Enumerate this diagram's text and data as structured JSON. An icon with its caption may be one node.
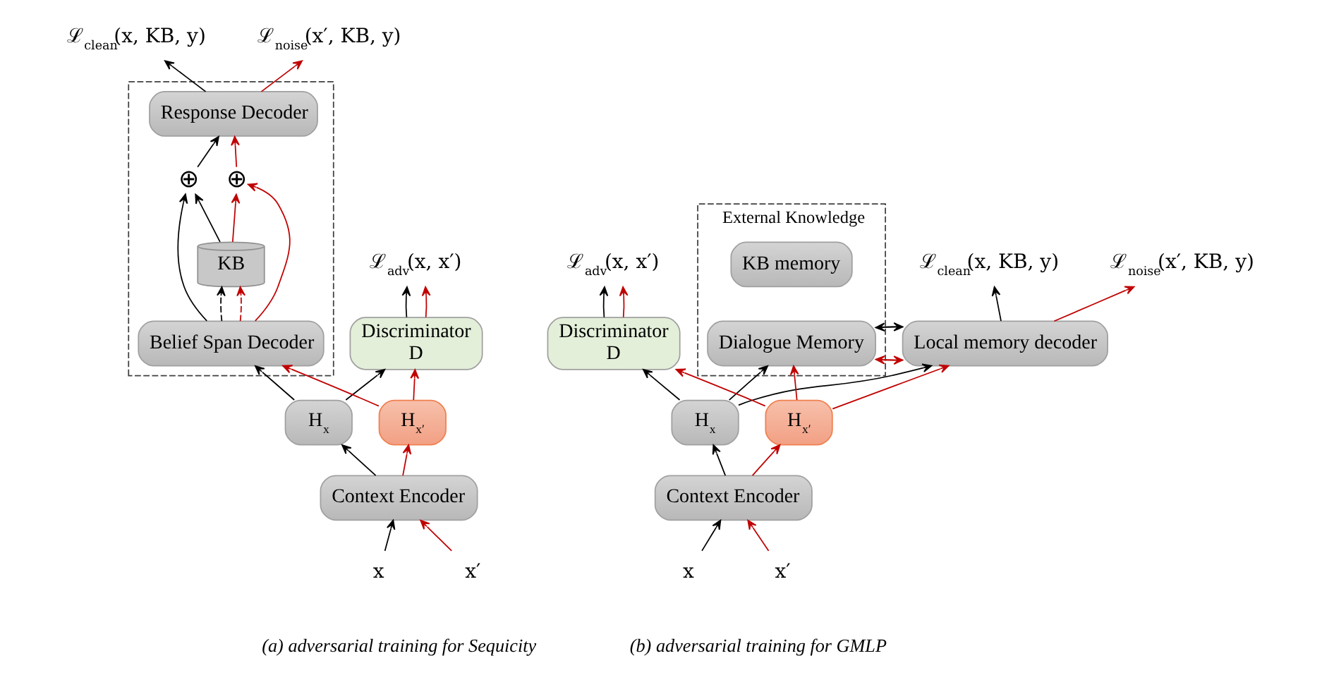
{
  "diagram": {
    "nodes": [
      {
        "text": [
          "ℒ$_{clean}$(x, KB, y)"
        ]
      },
      {
        "text": [
          "ℒ$_{noise}$(x′, KB, y)"
        ]
      },
      {
        "text": [
          "ℒ$_{adv}$(x, x′)"
        ]
      },
      {
        "text": [],
        "shape": "box"
      },
      {
        "text": [
          "Response Decoder"
        ],
        "in": 3
      },
      {
        "text": [
          "⊕"
        ],
        "in": 3
      },
      {
        "text": [
          "KB"
        ],
        "in": 3
      },
      {
        "text": [
          "⊕"
        ],
        "in": 3
      },
      {
        "text": [
          "Belief Span Decoder"
        ],
        "in": 3
      },
      {
        "text": [
          "Discriminator",
          "D"
        ]
      },
      {
        "text": [
          "H$_{x}$"
        ]
      },
      {
        "text": [
          "H$_{x′}$"
        ]
      },
      {
        "text": [
          "Context Encoder"
        ]
      },
      {
        "text": [
          "x"
        ]
      },
      {
        "text": [
          "x′"
        ]
      },
      {
        "text": [
          "ℒ$_{adv}$(x, x′)"
        ]
      },
      {
        "text": [
          "External Knowledge"
        ]
      },
      {
        "text": [
          "KB memory"
        ],
        "in": 16
      },
      {
        "text": [
          "Dialogue Memory"
        ],
        "in": 16
      },
      {
        "text": [
          "ℒ$_{clean}$(x, KB, y)"
        ]
      },
      {
        "text": [
          "ℒ$_{noise}$(x′, KB, y)"
        ]
      },
      {
        "text": [
          "Discriminator",
          "D"
        ]
      },
      {
        "text": [
          "Local memory decoder"
        ]
      },
      {
        "text": [
          "H$_{x}$"
        ]
      },
      {
        "text": [
          "H$_{x′}$"
        ]
      },
      {
        "text": [
          "Context Encoder"
        ]
      },
      {
        "text": [
          "x"
        ]
      },
      {
        "text": [
          "x′"
        ]
      }
    ],
    "edges": [
      {
        "from": 13,
        "to": 12,
        "arrow": "to"
      },
      {
        "from": 14,
        "to": 12,
        "arrow": "to",
        "color": "#c00000"
      },
      {
        "from": 12,
        "to": 10,
        "arrow": "to"
      },
      {
        "from": 12,
        "to": 11,
        "arrow": "to",
        "color": "#c00000"
      },
      {
        "from": 10,
        "to": 9,
        "arrow": "to"
      },
      {
        "from": 10,
        "to": 8,
        "arrow": "to"
      },
      {
        "from": 11,
        "to": 9,
        "arrow": "to",
        "color": "#c00000"
      },
      {
        "from": 11,
        "to": 8,
        "arrow": "to",
        "color": "#c00000"
      },
      {
        "from": 8,
        "to": 6,
        "arrow": "to",
        "style": "dashed"
      },
      {
        "from": 8,
        "to": 6,
        "arrow": "to",
        "style": "dashed",
        "color": "#c00000"
      },
      {
        "from": 8,
        "to": 5,
        "arrow": "to"
      },
      {
        "from": 6,
        "to": 5,
        "arrow": "to"
      },
      {
        "from": 5,
        "to": 4,
        "arrow": "to"
      },
      {
        "from": 8,
        "to": 7,
        "arrow": "to",
        "color": "#c00000"
      },
      {
        "from": 6,
        "to": 7,
        "arrow": "to",
        "color": "#c00000"
      },
      {
        "from": 7,
        "to": 4,
        "arrow": "to",
        "color": "#c00000"
      },
      {
        "from": 4,
        "to": 0,
        "arrow": "to"
      },
      {
        "from": 4,
        "to": 1,
        "arrow": "to",
        "color": "#c00000"
      },
      {
        "from": 9,
        "to": 2,
        "arrow": "to"
      },
      {
        "from": 9,
        "to": 2,
        "arrow": "to",
        "color": "#c00000"
      },
      {
        "from": 26,
        "to": 25,
        "arrow": "to"
      },
      {
        "from": 27,
        "to": 25,
        "arrow": "to",
        "color": "#c00000"
      },
      {
        "from": 25,
        "to": 23,
        "arrow": "to"
      },
      {
        "from": 25,
        "to": 24,
        "arrow": "to",
        "color": "#c00000"
      },
      {
        "from": 23,
        "to": 21,
        "arrow": "to"
      },
      {
        "from": 23,
        "to": 18,
        "arrow": "to"
      },
      {
        "from": 23,
        "to": 22,
        "arrow": "to"
      },
      {
        "from": 24,
        "to": 21,
        "arrow": "to",
        "color": "#c00000"
      },
      {
        "from": 24,
        "to": 18,
        "arrow": "to",
        "color": "#c00000"
      },
      {
        "from": 24,
        "to": 22,
        "arrow": "to",
        "color": "#c00000"
      },
      {
        "from": 21,
        "to": 15,
        "arrow": "to"
      },
      {
        "from": 21,
        "to": 15,
        "arrow": "to",
        "color": "#c00000"
      },
      {
        "from": 22,
        "to": 18,
        "arrow": "to"
      },
      {
        "from": 18,
        "to": 22,
        "arrow": "to"
      },
      {
        "from": 22,
        "to": 18,
        "arrow": "to",
        "color": "#c00000"
      },
      {
        "from": 18,
        "to": 22,
        "arrow": "to",
        "color": "#c00000"
      },
      {
        "from": 22,
        "to": 19,
        "arrow": "to"
      },
      {
        "from": 22,
        "to": 20,
        "arrow": "to",
        "color": "#c00000"
      }
    ],
    "labels": [
      "(a) adversarial training for Sequicity",
      "(b) adversarial training for GMLP"
    ]
  }
}
